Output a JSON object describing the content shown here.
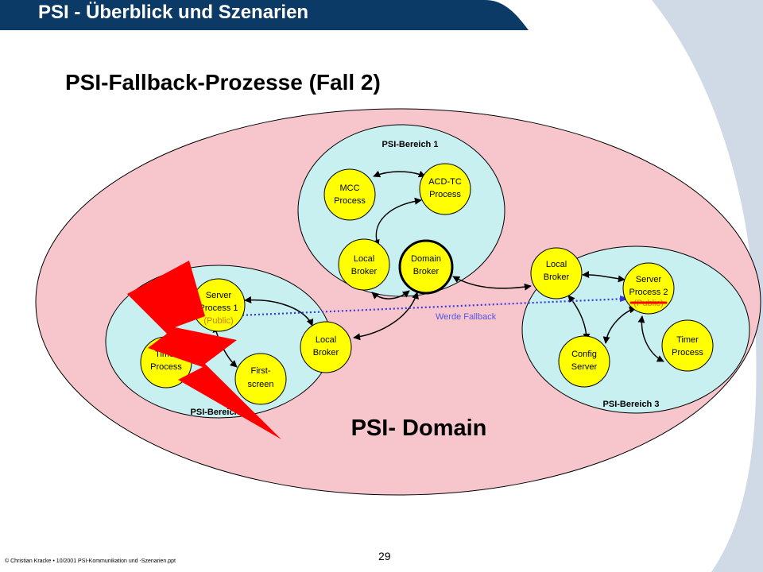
{
  "header": {
    "title": "PSI - Überblick und Szenarien"
  },
  "slide": {
    "title": "PSI-Fallback-Prozesse (Fall 2)"
  },
  "domain": {
    "label": "PSI- Domain"
  },
  "areas": {
    "area1": "PSI-Bereich 1",
    "area2": "PSI-Bereich 2",
    "area3": "PSI-Bereich 3"
  },
  "nodes": {
    "mcc": [
      "MCC",
      "Process"
    ],
    "acd": [
      "ACD-TC",
      "Process"
    ],
    "local_broker_1": [
      "Local",
      "Broker"
    ],
    "domain_broker": [
      "Domain",
      "Broker"
    ],
    "server_process_1": [
      "Server",
      "Process 1",
      "(Public)"
    ],
    "timer_process_2": [
      "Timer",
      "Process"
    ],
    "first_screen": [
      "First-",
      "screen"
    ],
    "local_broker_2": [
      "Local",
      "Broker"
    ],
    "local_broker_3": [
      "Local",
      "Broker"
    ],
    "server_process_2": [
      "Server",
      "Process 2",
      "(Public)"
    ],
    "config_server": [
      "Config",
      "Server"
    ],
    "timer_process_3": [
      "Timer",
      "Process"
    ]
  },
  "fallback_label": "Werde Fallback",
  "footer": {
    "text": "© Christian Kracke • 10/2001 PSI-Kommunikation und -Szenarien.ppt"
  },
  "page_number": "29",
  "colors": {
    "header_bar": "#0b3a66",
    "right_panel": "#cfdae6",
    "domain_fill": "#f6c6cc",
    "area_fill": "#c8f0f0",
    "node_fill": "#ffff00",
    "lightning": "#ff0000",
    "fallback_line": "#3a3adb",
    "fallback_text": "#5555dd"
  }
}
